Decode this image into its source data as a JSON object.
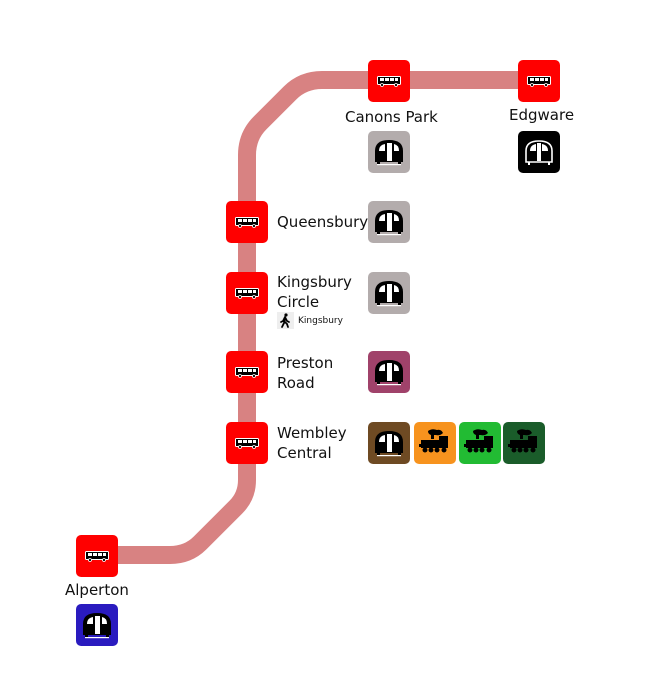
{
  "diagram": {
    "route_color": "#d88282",
    "bus_color": "#ff0000",
    "stops": [
      {
        "id": "alperton",
        "name": "Alperton",
        "connections": [
          {
            "type": "tube",
            "color": "#2a1bbf"
          }
        ]
      },
      {
        "id": "wembley-central",
        "name": "Wembley Central",
        "name_lines": [
          "Wembley",
          "Central"
        ],
        "connections": [
          {
            "type": "tube",
            "color": "#6e4a23"
          },
          {
            "type": "rail",
            "color": "#f7931e"
          },
          {
            "type": "rail",
            "color": "#22bb33"
          },
          {
            "type": "rail",
            "color": "#1a5c2a"
          }
        ]
      },
      {
        "id": "preston-road",
        "name": "Preston Road",
        "name_lines": [
          "Preston",
          "Road"
        ],
        "connections": [
          {
            "type": "tube",
            "color": "#a0426a"
          }
        ]
      },
      {
        "id": "kingsbury-circle",
        "name": "Kingsbury Circle",
        "name_lines": [
          "Kingsbury",
          "Circle"
        ],
        "connections": [
          {
            "type": "tube",
            "color": "#b3acac"
          }
        ],
        "walk_to": "Kingsbury"
      },
      {
        "id": "queensbury",
        "name": "Queensbury",
        "connections": [
          {
            "type": "tube",
            "color": "#b3acac"
          }
        ]
      },
      {
        "id": "canons-park",
        "name": "Canons Park",
        "connections": [
          {
            "type": "tube",
            "color": "#b3acac"
          }
        ]
      },
      {
        "id": "edgware",
        "name": "Edgware",
        "connections": [
          {
            "type": "tube-outline",
            "color": "#000000"
          }
        ]
      }
    ]
  }
}
